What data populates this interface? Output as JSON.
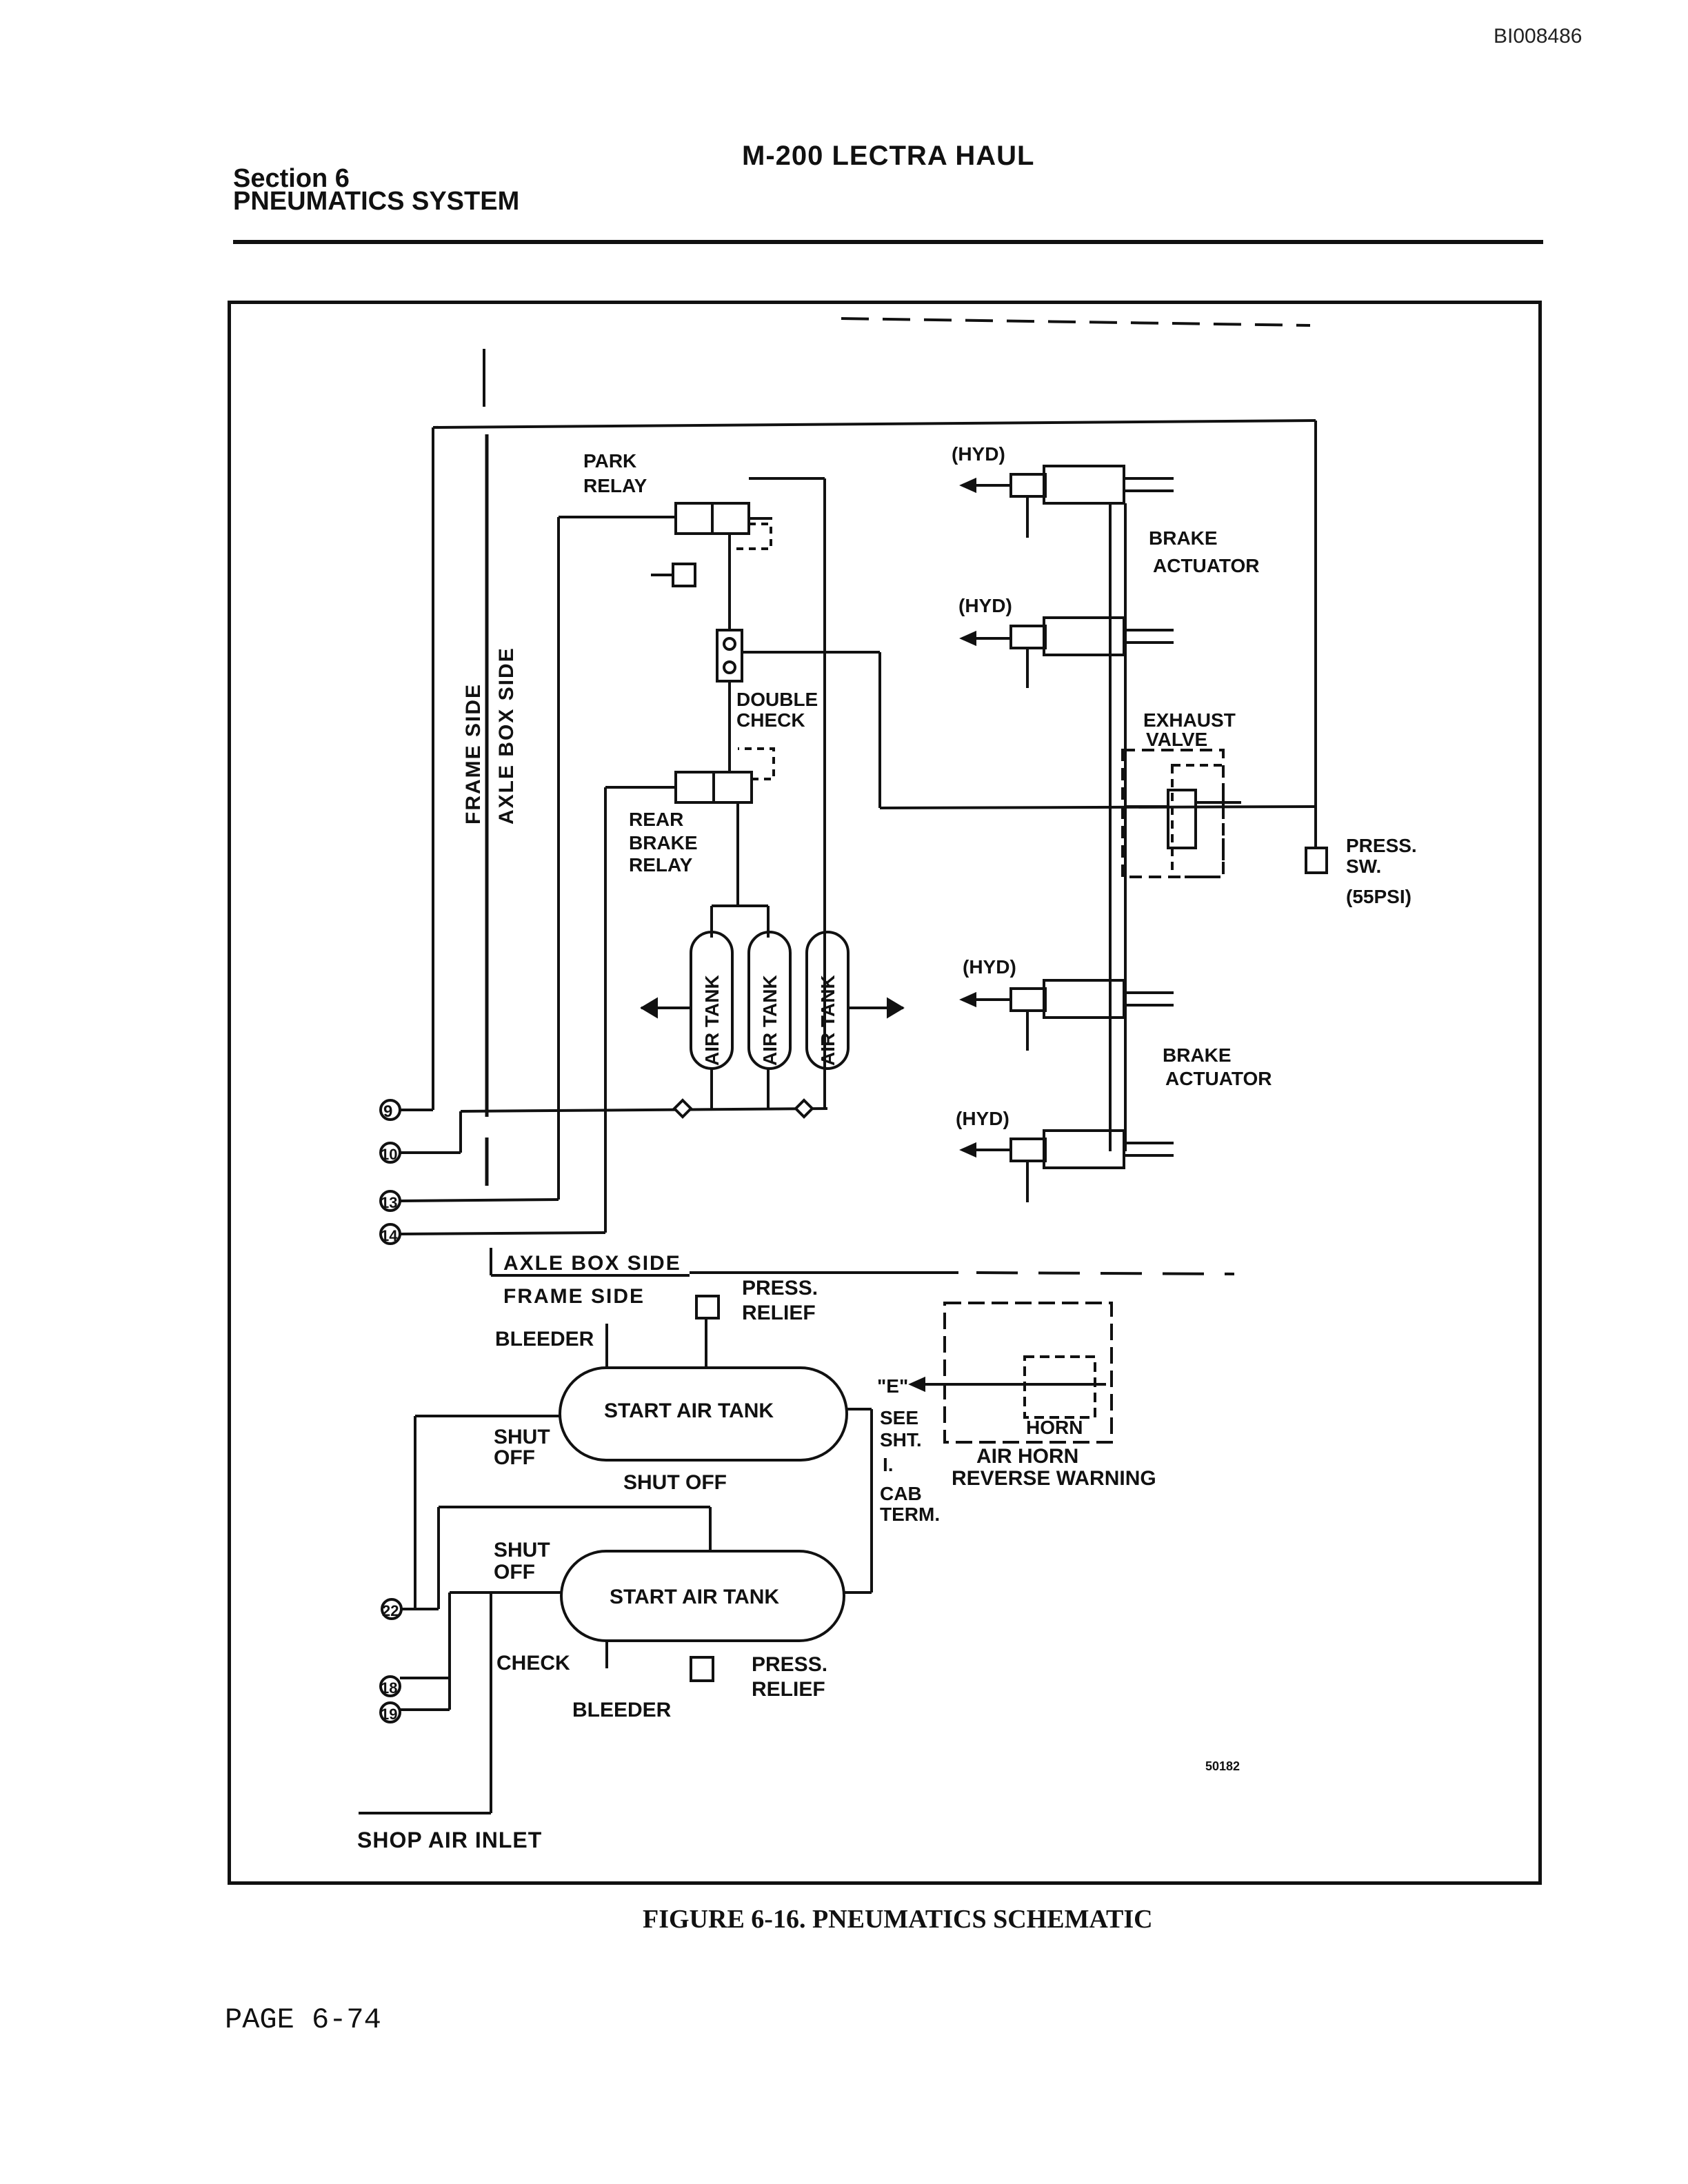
{
  "document": {
    "doc_id": "BI008486",
    "section": "Section 6",
    "system": "PNEUMATICS SYSTEM",
    "title": "M-200  LECTRA HAUL",
    "figure_caption": "FIGURE 6-16. PNEUMATICS SCHEMATIC",
    "page": "PAGE 6-74"
  },
  "schematic": {
    "labels": {
      "park_relay_1": "PARK",
      "park_relay_2": "RELAY",
      "double_check_1": "DOUBLE",
      "double_check_2": "CHECK",
      "rear_brake_relay_1": "REAR",
      "rear_brake_relay_2": "BRAKE",
      "rear_brake_relay_3": "RELAY",
      "frame_side": "FRAME SIDE",
      "axle_box_side_vert": "AXLE BOX SIDE",
      "air_tank": "AIR TANK",
      "hyd": "(HYD)",
      "brake_actuator_1": "BRAKE",
      "brake_actuator_2": "ACTUATOR",
      "exhaust_valve_1": "EXHAUST",
      "exhaust_valve_2": "VALVE",
      "press_sw_1": "PRESS.",
      "press_sw_2": "SW.",
      "press_sw_3": "(55PSI)",
      "axle_box_side": "AXLE BOX SIDE",
      "frame_side_lower": "FRAME SIDE",
      "press_relief_1": "PRESS.",
      "press_relief_2": "RELIEF",
      "bleeder": "BLEEDER",
      "start_air_tank": "START AIR TANK",
      "shut_off_1": "SHUT",
      "shut_off_2": "OFF",
      "shut_off_mid": "SHUT OFF",
      "check": "CHECK",
      "e_ref": "\"E\"",
      "see_sht_1": "SEE",
      "see_sht_2": "SHT.",
      "see_sht_3": "I.",
      "cab_term_1": "CAB",
      "cab_term_2": "TERM.",
      "horn": "HORN",
      "air_horn": "AIR HORN",
      "reverse_warning": "REVERSE WARNING",
      "shop_air_inlet": "SHOP AIR INLET",
      "drawing_no": "50182"
    },
    "terminals": [
      "9",
      "10",
      "13",
      "14",
      "22",
      "18",
      "19"
    ]
  }
}
